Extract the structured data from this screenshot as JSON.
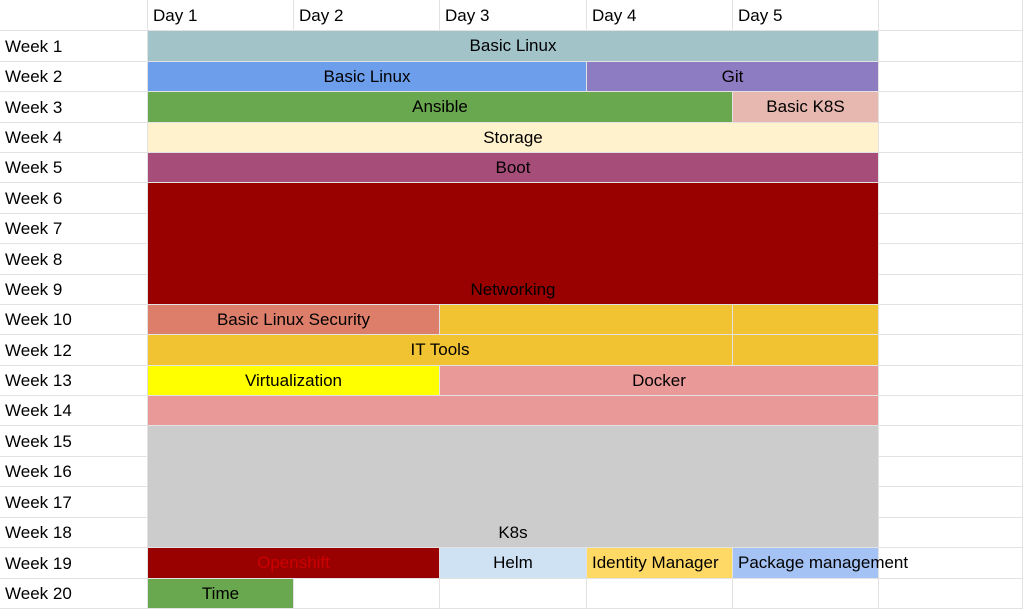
{
  "day_headers": [
    "Day 1",
    "Day 2",
    "Day 3",
    "Day 4",
    "Day 5"
  ],
  "week_labels": [
    "Week 1",
    "Week 2",
    "Week 3",
    "Week 4",
    "Week 5",
    "Week 6",
    "Week 7",
    "Week 8",
    "Week 9",
    "Week 10",
    "Week 12",
    "Week 13",
    "Week 14",
    "Week 15",
    "Week 16",
    "Week 17",
    "Week 18",
    "Week 19",
    "Week 20"
  ],
  "blocks": [
    {
      "label": "Basic Linux",
      "color": "#a2c4c9",
      "text_color": "#000000"
    },
    {
      "label": "Basic Linux",
      "color": "#6d9eeb",
      "text_color": "#000000"
    },
    {
      "label": "Git",
      "color": "#8e7cc3",
      "text_color": "#000000"
    },
    {
      "label": "Ansible",
      "color": "#6aa84f",
      "text_color": "#000000"
    },
    {
      "label": "Basic K8S",
      "color": "#e6b8af",
      "text_color": "#000000"
    },
    {
      "label": "Storage",
      "color": "#fff2cc",
      "text_color": "#000000"
    },
    {
      "label": "Boot",
      "color": "#a64d79",
      "text_color": "#000000"
    },
    {
      "label": "Networking",
      "color": "#990000",
      "text_color": "#000000"
    },
    {
      "label": "Basic Linux Security",
      "color": "#dd7e6b",
      "text_color": "#000000"
    },
    {
      "label": "",
      "color": "#f1c232",
      "text_color": "#000000"
    },
    {
      "label": "",
      "color": "#f1c232",
      "text_color": "#000000"
    },
    {
      "label": "IT Tools",
      "color": "#f1c232",
      "text_color": "#000000"
    },
    {
      "label": "",
      "color": "#f1c232",
      "text_color": "#000000"
    },
    {
      "label": "Virtualization",
      "color": "#ffff00",
      "text_color": "#000000"
    },
    {
      "label": "Docker",
      "color": "#ea9999",
      "text_color": "#000000"
    },
    {
      "label": "",
      "color": "#ea9999",
      "text_color": "#000000"
    },
    {
      "label": "K8s",
      "color": "#cccccc",
      "text_color": "#000000"
    },
    {
      "label": "Openshift",
      "color": "#990000",
      "text_color": "#cc0000"
    },
    {
      "label": "Helm",
      "color": "#cfe2f3",
      "text_color": "#000000"
    },
    {
      "label": "Identity Manager",
      "color": "#ffd966",
      "text_color": "#000000"
    },
    {
      "label": "Package management",
      "color": "#a4c2f4",
      "text_color": "#000000"
    },
    {
      "label": "Time",
      "color": "#6aa84f",
      "text_color": "#000000"
    }
  ]
}
